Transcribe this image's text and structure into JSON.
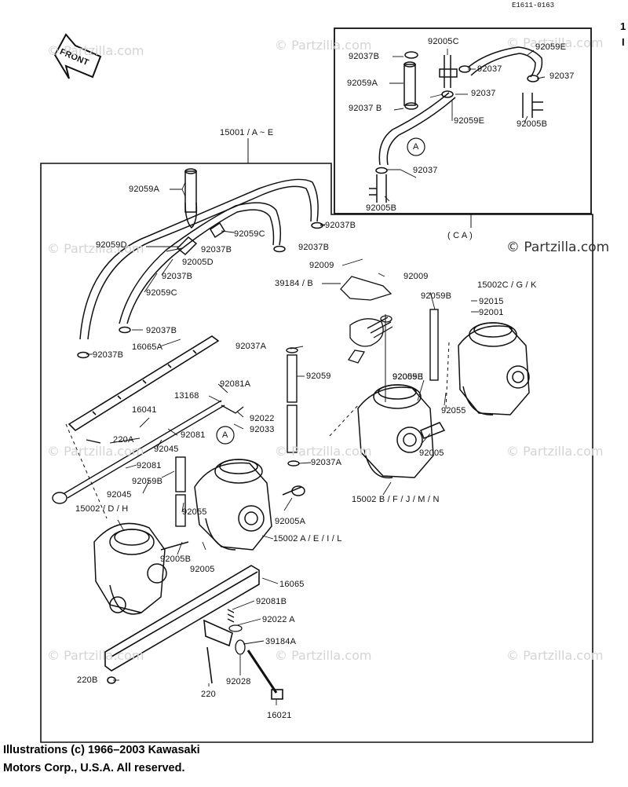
{
  "diagram_code": "E1611-0163",
  "edge_fragment": [
    "1",
    "I"
  ],
  "front_label": "FRONT",
  "watermark": "© Partzilla.com",
  "copyright_line1": "Illustrations (c) 1966–2003 Kawasaki",
  "copyright_line2": "Motors Corp., U.S.A.  All reserved.",
  "callouts": {
    "a_marker": "A",
    "ca_label": "( C A )",
    "inset_92005C": "92005C",
    "inset_92059E_top": "92059E",
    "inset_92037B_a": "92037B",
    "inset_92037_a": "92037",
    "inset_92037_b": "92037",
    "inset_92059A": "92059A",
    "inset_92037_c": "92037",
    "inset_92037B_b": "92037 B",
    "inset_92059E_b": "92059E",
    "inset_92005B_a": "92005B",
    "inset_92037_d": "92037",
    "inset_92005B_b": "92005B",
    "l_15001": "15001 / A ~ E",
    "l_92059A": "92059A",
    "l_92037B_1": "92037B",
    "l_92059D": "92059D",
    "l_92059C_1": "92059C",
    "l_92037B_2": "92037B",
    "l_92005D": "92005D",
    "l_92037B_3": "92037B",
    "l_92037B_4": "92037B",
    "l_92059C_2": "92059C",
    "l_92037B_5": "92037B",
    "l_92037B_6": "92037B",
    "l_16065A": "16065A",
    "l_92009_1": "92009",
    "l_92009_2": "92009",
    "l_39184B": "39184 / B",
    "l_15002CGK": "15002C / G / K",
    "l_92059B_1": "92059B",
    "l_92015": "92015",
    "l_92001": "92001",
    "l_92037A_1": "92037A",
    "l_92059": "92059",
    "l_92081A": "92081A",
    "l_13168": "13168",
    "l_92022": "92022",
    "l_92033": "92033",
    "l_16041": "16041",
    "l_220A": "220A",
    "l_92081_1": "92081",
    "l_92045_1": "92045",
    "l_92081_2": "92081",
    "l_92059B_2": "92059B",
    "l_92045_2": "92045",
    "l_92005B_main": "92005B",
    "l_92055_1": "92055",
    "l_92005_1": "92005",
    "l_92037A_2": "92037A",
    "l_92005A": "92005A",
    "l_15002BFJMN": "15002 B / F / J / M / N",
    "l_15002DH": "15002 / D / H",
    "l_92055_2": "92055",
    "l_15002AEIL": "15002 A / E / I / L",
    "l_92005B_2": "92005B",
    "l_92005_2": "92005",
    "l_16065": "16065",
    "l_92081B": "92081B",
    "l_92022A": "92022 A",
    "l_39184A": "39184A",
    "l_220B": "220B",
    "l_220": "220",
    "l_92028": "92028",
    "l_16021": "16021"
  }
}
